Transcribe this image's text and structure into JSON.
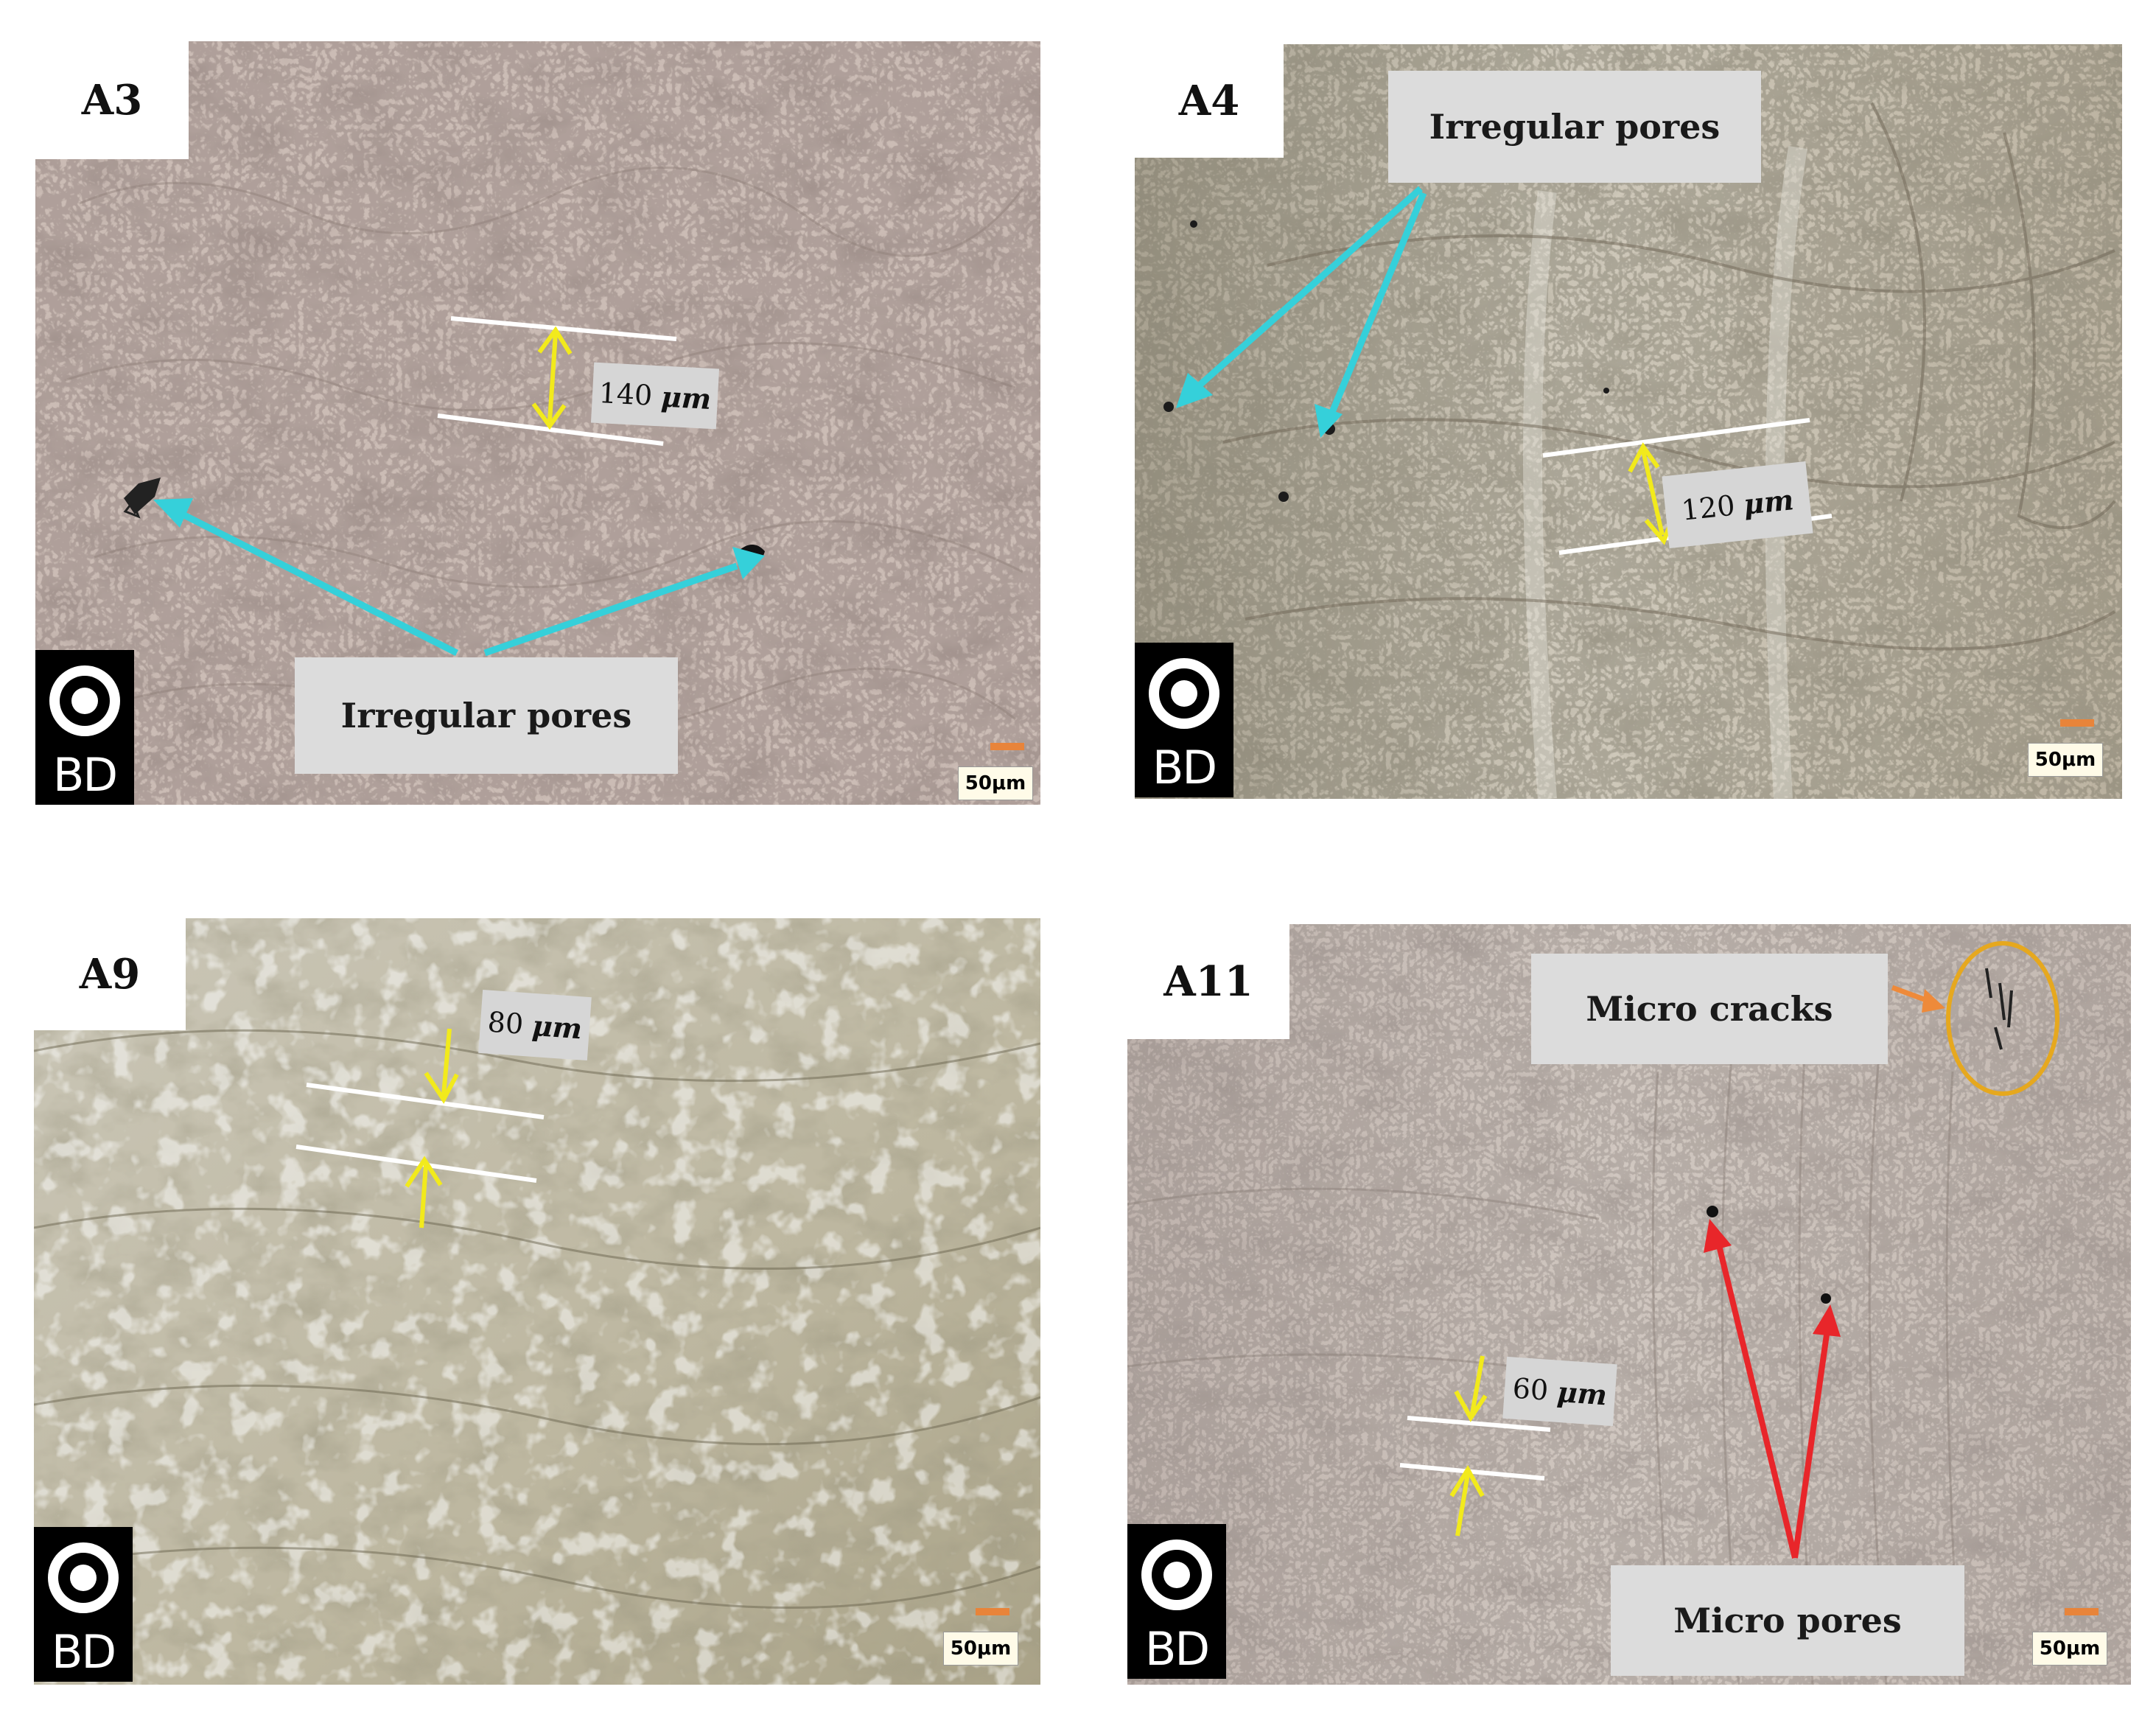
{
  "panels": [
    {
      "id": "A3",
      "label": "A3",
      "callout": "Irregular pores",
      "measurement": {
        "value": "140",
        "unit": "μm"
      },
      "orientation_label": "BD",
      "scale_bar": "50μm"
    },
    {
      "id": "A4",
      "label": "A4",
      "callout": "Irregular pores",
      "measurement": {
        "value": "120",
        "unit": "μm"
      },
      "orientation_label": "BD",
      "scale_bar": "50μm"
    },
    {
      "id": "A9",
      "label": "A9",
      "measurement": {
        "value": "80",
        "unit": "μm"
      },
      "orientation_label": "BD",
      "scale_bar": "50μm"
    },
    {
      "id": "A11",
      "label": "A11",
      "callout_top": "Micro cracks",
      "callout_bottom": "Micro pores",
      "measurement": {
        "value": "60",
        "unit": "μm"
      },
      "orientation_label": "BD",
      "scale_bar": "50μm"
    }
  ],
  "colors": {
    "arrow_cyan": "#35d0da",
    "arrow_yellow": "#f2ea1c",
    "arrow_red": "#e8262a",
    "arrow_orange": "#ee8a3a",
    "ellipse_gold": "#e6a81e",
    "bg_a3": "#c9bbb4",
    "bg_a4": "#c8c0b0",
    "bg_a9": "#c2bca6",
    "bg_a11": "#c6bdb6"
  },
  "icons": [
    "bd-target-icon"
  ]
}
